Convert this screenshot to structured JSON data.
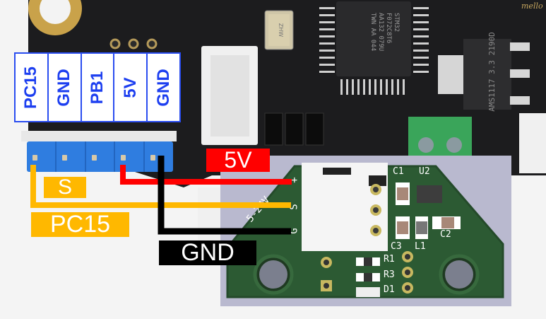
{
  "pin_label_panel": {
    "cells": [
      "PC15",
      "GND",
      "PB1",
      "5V",
      "GND"
    ]
  },
  "wire_labels": {
    "vcc": "5V",
    "signal": "S",
    "signal_pin": "PC15",
    "ground": "GND"
  },
  "mcu_marking": [
    "STM32",
    "F072C8T6",
    "AA132 079U",
    "TWN AA 044"
  ],
  "regulator_marking": {
    "part": "AMS1117",
    "voltage": "3.3",
    "code": "2190D"
  },
  "crystal_marking": "ZHW",
  "brand_text": "mello",
  "sensor_pcb": {
    "connector_pins": [
      "+",
      "S",
      "G"
    ],
    "voltage_label": "5-24V",
    "components": [
      "C1",
      "U2",
      "C2",
      "C3",
      "L1",
      "R1",
      "R3",
      "D1"
    ]
  },
  "colors": {
    "vcc_wire": "#ff0000",
    "signal_wire": "#ffb800",
    "ground_wire": "#000000",
    "panel_blue": "#1d3ff0",
    "pcb_green": "#2c5a33"
  }
}
